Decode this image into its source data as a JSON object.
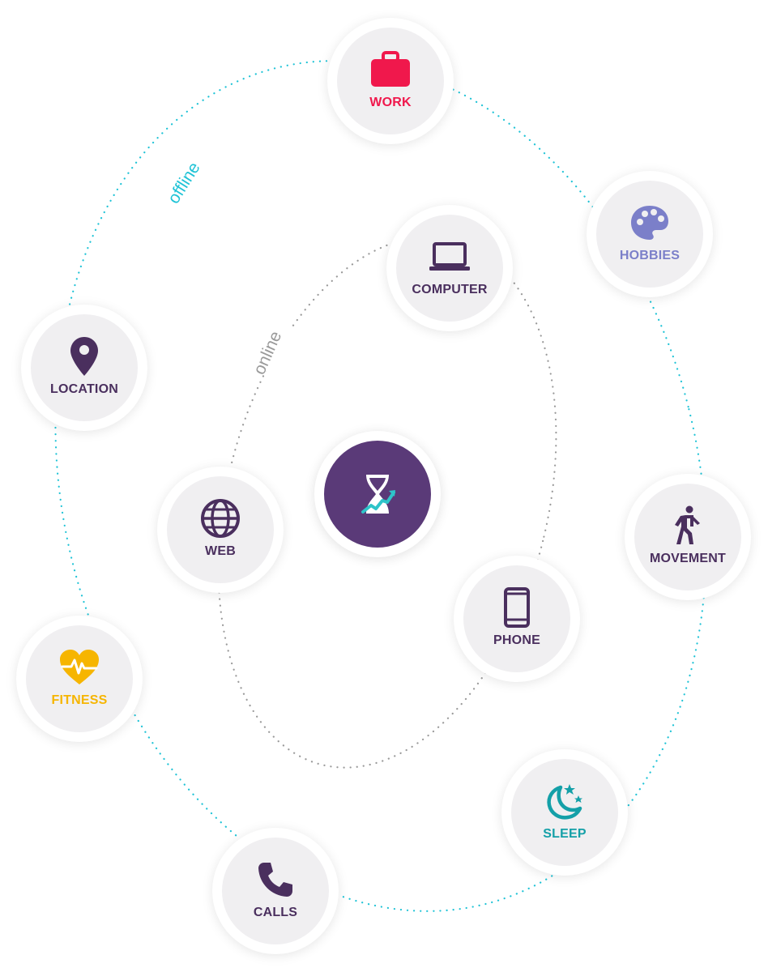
{
  "orbits": {
    "offline_label": "offline",
    "online_label": "online",
    "offline_color": "#1fc3d6",
    "online_color": "#9a9a9a"
  },
  "center": {
    "icon": "hourglass-trend-icon",
    "color": "#5a3a78",
    "accent": "#2ec4c9"
  },
  "nodes": {
    "work": {
      "label": "WORK",
      "icon": "briefcase-icon",
      "color": "#f0184c"
    },
    "hobbies": {
      "label": "HOBBIES",
      "icon": "palette-icon",
      "color": "#7b7fc9"
    },
    "computer": {
      "label": "COMPUTER",
      "icon": "laptop-icon",
      "color": "#4a2f5e"
    },
    "location": {
      "label": "LOCATION",
      "icon": "map-pin-icon",
      "color": "#4a2f5e"
    },
    "web": {
      "label": "WEB",
      "icon": "globe-icon",
      "color": "#4a2f5e"
    },
    "movement": {
      "label": "MOVEMENT",
      "icon": "walking-icon",
      "color": "#4a2f5e"
    },
    "phone": {
      "label": "PHONE",
      "icon": "smartphone-icon",
      "color": "#4a2f5e"
    },
    "fitness": {
      "label": "FITNESS",
      "icon": "heart-pulse-icon",
      "color": "#f6b500"
    },
    "sleep": {
      "label": "SLEEP",
      "icon": "moon-stars-icon",
      "color": "#14a0a8"
    },
    "calls": {
      "label": "CALLS",
      "icon": "phone-handset-icon",
      "color": "#4a2f5e"
    }
  }
}
